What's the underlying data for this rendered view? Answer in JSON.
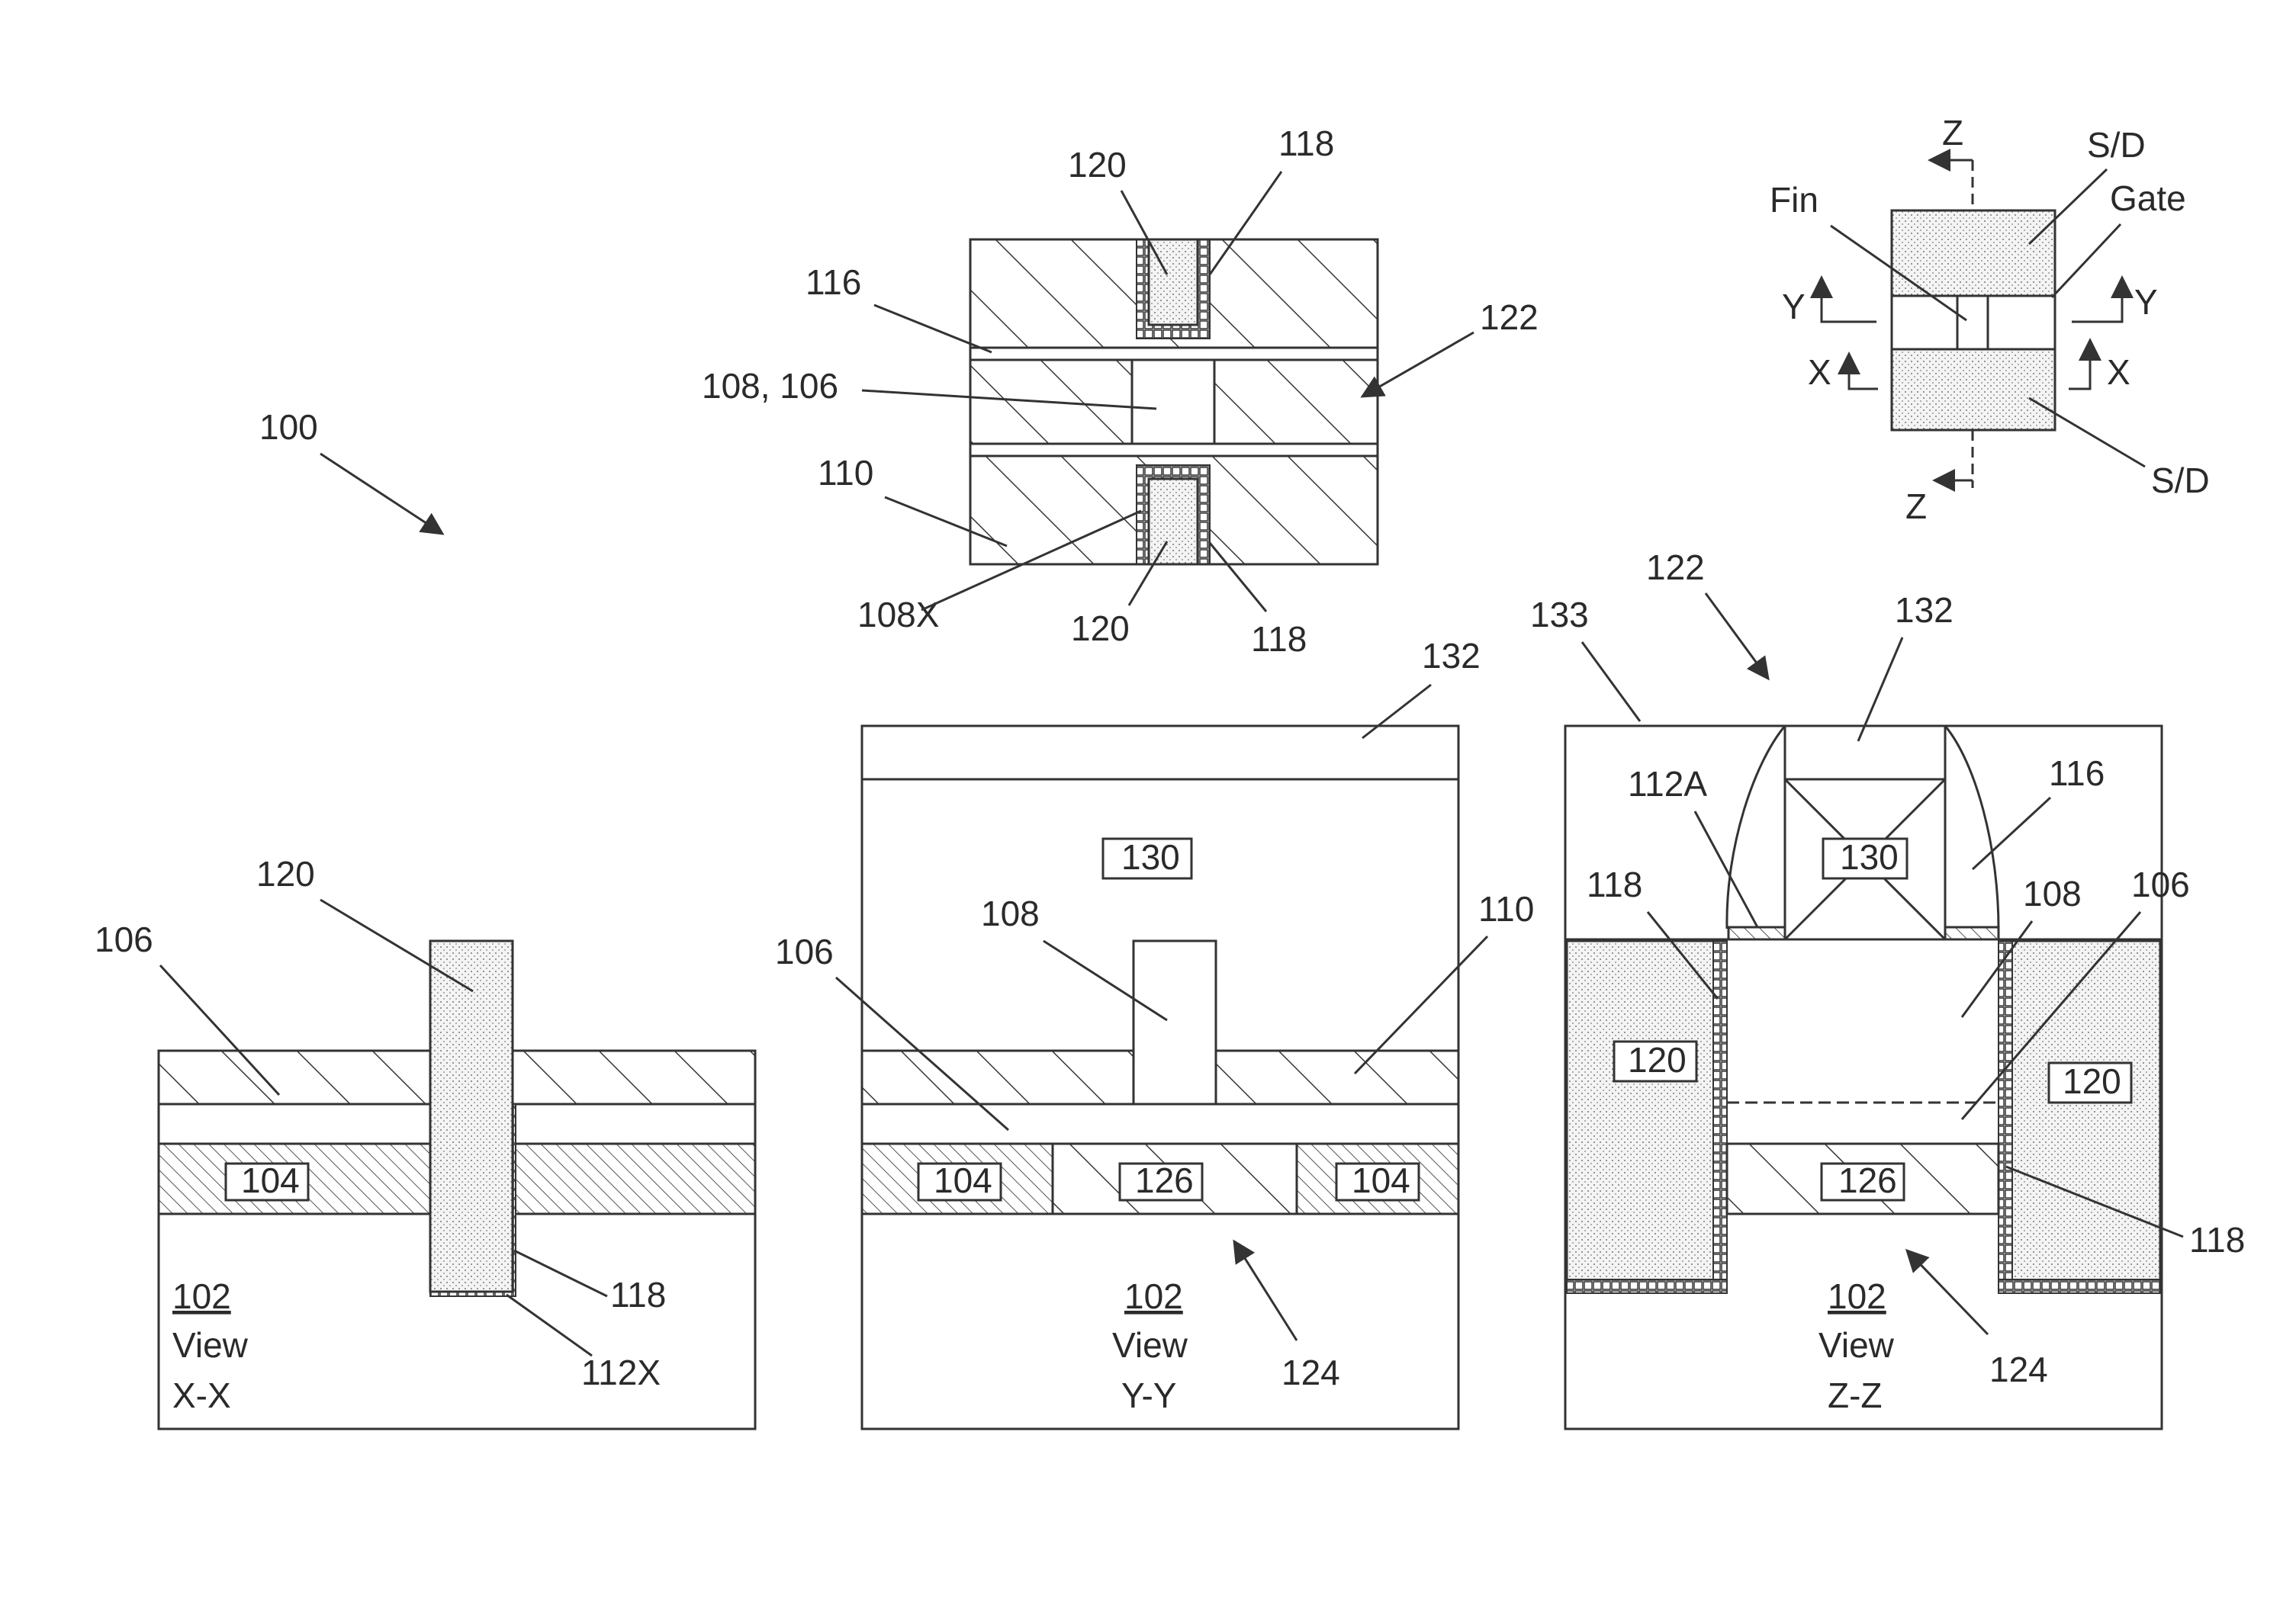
{
  "figure_number": "100",
  "top_view": {
    "labels": [
      "120",
      "118",
      "116",
      "122",
      "108, 106",
      "110",
      "108X",
      "120",
      "118"
    ]
  },
  "legend": {
    "z_top": "Z",
    "z_bottom": "Z",
    "y_left": "Y",
    "y_right": "Y",
    "x_left": "X",
    "x_right": "X",
    "fin": "Fin",
    "gate": "Gate",
    "sd_top": "S/D",
    "sd_bottom": "S/D"
  },
  "view_xx": {
    "labels": [
      "106",
      "120",
      "104",
      "118",
      "112X"
    ],
    "substrate": "102",
    "view_word": "View",
    "view_name": "X-X"
  },
  "view_yy": {
    "labels": [
      "132",
      "130",
      "108",
      "106",
      "110",
      "104",
      "126",
      "104",
      "124"
    ],
    "substrate": "102",
    "view_word": "View",
    "view_name": "Y-Y"
  },
  "view_zz": {
    "labels": [
      "122",
      "133",
      "132",
      "112A",
      "116",
      "118",
      "108",
      "106",
      "130",
      "120",
      "120",
      "126",
      "118",
      "124"
    ],
    "substrate": "102",
    "view_word": "View",
    "view_name": "Z-Z"
  },
  "colors": {
    "line": "#333333",
    "text": "#2a2a2a",
    "fill": "#ffffff"
  }
}
